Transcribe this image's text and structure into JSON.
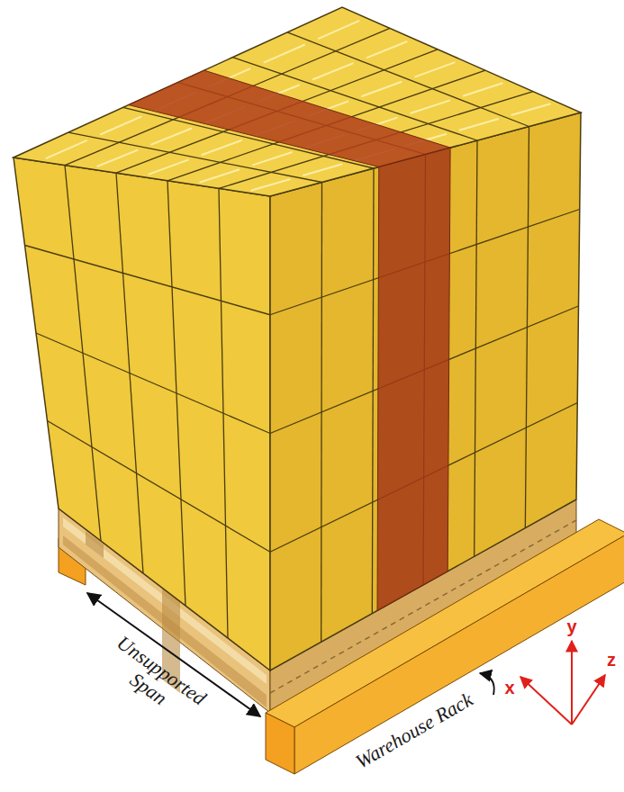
{
  "diagram": {
    "labels": [
      "Unsupported Span",
      "Warehouse Rack",
      "x",
      "y",
      "z"
    ]
  }
}
